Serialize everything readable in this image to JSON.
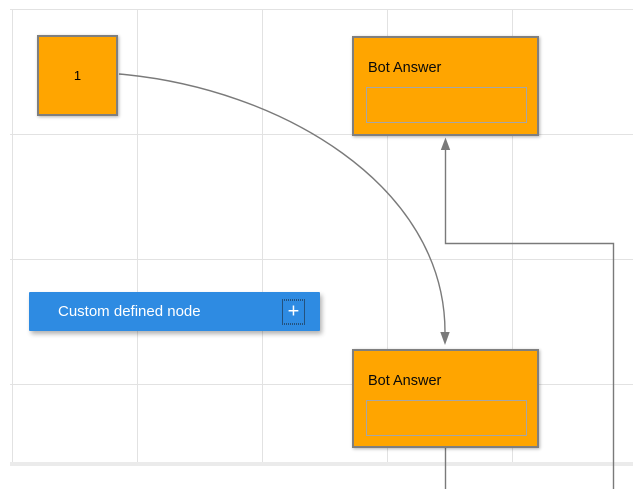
{
  "diagram": {
    "node1": {
      "label": "1"
    },
    "bot_answer_top": {
      "title": "Bot Answer",
      "input_value": ""
    },
    "bot_answer_bottom": {
      "title": "Bot Answer",
      "input_value": ""
    },
    "custom_node": {
      "label": "Custom defined node",
      "add_icon_glyph": "+"
    }
  },
  "colors": {
    "canvas_background": "#ffffff",
    "grid_line": "#e2e2e2",
    "grid_bottom_edge": "#ebebeb",
    "node_fill": "#ffa500",
    "node_border": "#7f7f7f",
    "inner_field_border": "#a6a6a6",
    "connector": "#7a7a7a",
    "custom_node_fill": "#2e8be2",
    "custom_node_text": "#ffffff"
  }
}
